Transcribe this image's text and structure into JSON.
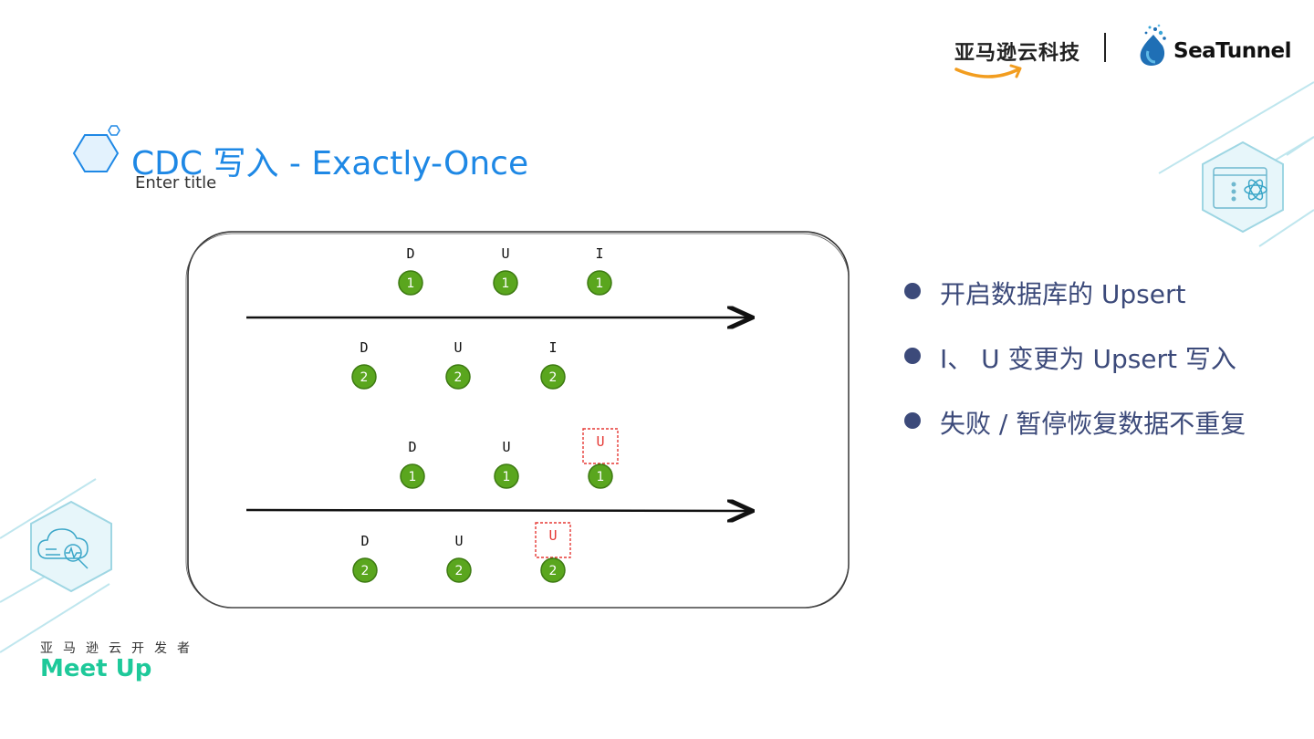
{
  "header": {
    "aws_logo_text": "亚马逊云科技",
    "seatunnel_logo_text": "SeaTunnel"
  },
  "title": "CDC 写入  - Exactly-Once",
  "subtitle": "Enter title",
  "diagram": {
    "upper": {
      "row1": [
        {
          "op": "D",
          "num": "1"
        },
        {
          "op": "U",
          "num": "1"
        },
        {
          "op": "I",
          "num": "1"
        }
      ],
      "row2": [
        {
          "op": "D",
          "num": "2"
        },
        {
          "op": "U",
          "num": "2"
        },
        {
          "op": "I",
          "num": "2"
        }
      ]
    },
    "lower": {
      "row1": [
        {
          "op": "D",
          "num": "1"
        },
        {
          "op": "U",
          "num": "1"
        },
        {
          "op": "U",
          "num": "1",
          "highlight": true
        }
      ],
      "row2": [
        {
          "op": "D",
          "num": "2"
        },
        {
          "op": "U",
          "num": "2"
        },
        {
          "op": "U",
          "num": "2",
          "highlight": true
        }
      ]
    },
    "colors": {
      "node_fill": "#5aa61e",
      "node_stroke": "#3d7a12",
      "highlight": "#e53935",
      "title_blue": "#1e88e5",
      "bullet_text": "#3c4a7a"
    }
  },
  "bullets": [
    "开启数据库的 Upsert",
    "I、 U  变更为  Upsert  写入",
    "失败 / 暂停恢复数据不重复"
  ],
  "footer": {
    "cn": "亚马逊云开发者",
    "meet_up": "Meet Up"
  }
}
